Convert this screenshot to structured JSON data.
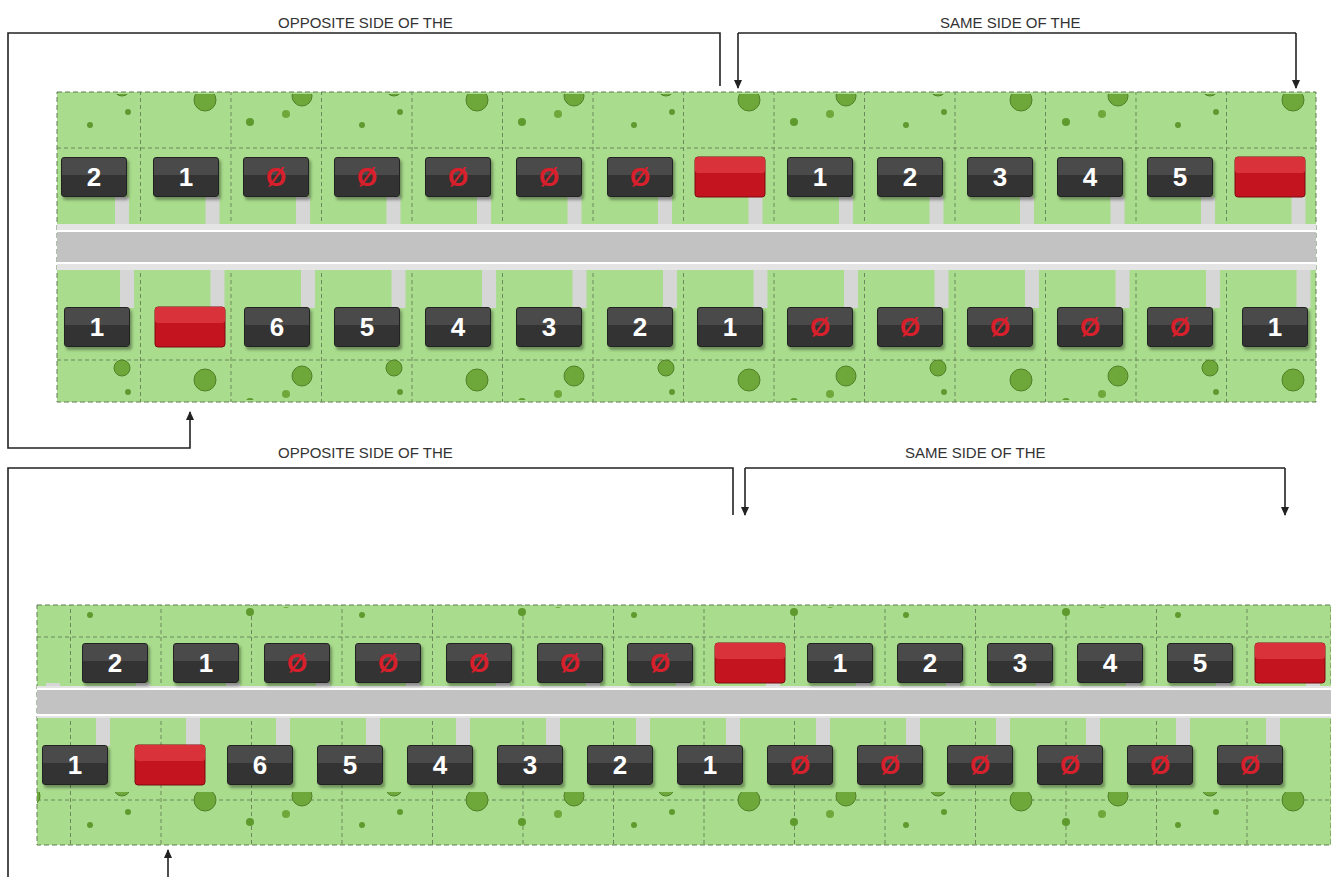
{
  "diagram": {
    "nodes": [
      {
        "text": [
          "2"
        ]
      },
      {
        "text": [
          "1"
        ]
      },
      {
        "text": [
          "Ø"
        ]
      },
      {
        "text": [
          "Ø"
        ]
      },
      {
        "text": [
          "Ø"
        ]
      },
      {
        "text": [
          "Ø"
        ]
      },
      {
        "text": [
          "Ø"
        ]
      },
      {
        "text": [
          "1"
        ]
      },
      {
        "text": [
          "2"
        ]
      },
      {
        "text": [
          "3"
        ]
      },
      {
        "text": [
          "4"
        ]
      },
      {
        "text": [
          "5"
        ]
      },
      {
        "text": [
          "1"
        ]
      },
      {
        "text": [
          "6"
        ]
      },
      {
        "text": [
          "5"
        ]
      },
      {
        "text": [
          "4"
        ]
      },
      {
        "text": [
          "3"
        ]
      },
      {
        "text": [
          "2"
        ]
      },
      {
        "text": [
          "1"
        ]
      },
      {
        "text": [
          "Ø"
        ]
      },
      {
        "text": [
          "Ø"
        ]
      },
      {
        "text": [
          "Ø"
        ]
      },
      {
        "text": [
          "Ø"
        ]
      },
      {
        "text": [
          "Ø"
        ]
      },
      {
        "text": [
          "1"
        ]
      },
      {
        "text": [
          "2"
        ]
      },
      {
        "text": [
          "1"
        ]
      },
      {
        "text": [
          "Ø"
        ]
      },
      {
        "text": [
          "Ø"
        ]
      },
      {
        "text": [
          "Ø"
        ]
      },
      {
        "text": [
          "Ø"
        ]
      },
      {
        "text": [
          "Ø"
        ]
      },
      {
        "text": [
          "1"
        ]
      },
      {
        "text": [
          "2"
        ]
      },
      {
        "text": [
          "3"
        ]
      },
      {
        "text": [
          "4"
        ]
      },
      {
        "text": [
          "5"
        ]
      },
      {
        "text": [
          "1"
        ]
      },
      {
        "text": [
          "6"
        ]
      },
      {
        "text": [
          "5"
        ]
      },
      {
        "text": [
          "4"
        ]
      },
      {
        "text": [
          "3"
        ]
      },
      {
        "text": [
          "2"
        ]
      },
      {
        "text": [
          "1"
        ]
      },
      {
        "text": [
          "Ø"
        ]
      },
      {
        "text": [
          "Ø"
        ]
      },
      {
        "text": [
          "Ø"
        ]
      },
      {
        "text": [
          "Ø"
        ]
      },
      {
        "text": [
          "Ø"
        ]
      },
      {
        "text": [
          "Ø"
        ]
      }
    ],
    "labels": [
      "OPPOSITE SIDE OF THE",
      "SAME SIDE OF THE",
      "OPPOSITE SIDE OF THE",
      "SAME SIDE OF THE"
    ]
  }
}
